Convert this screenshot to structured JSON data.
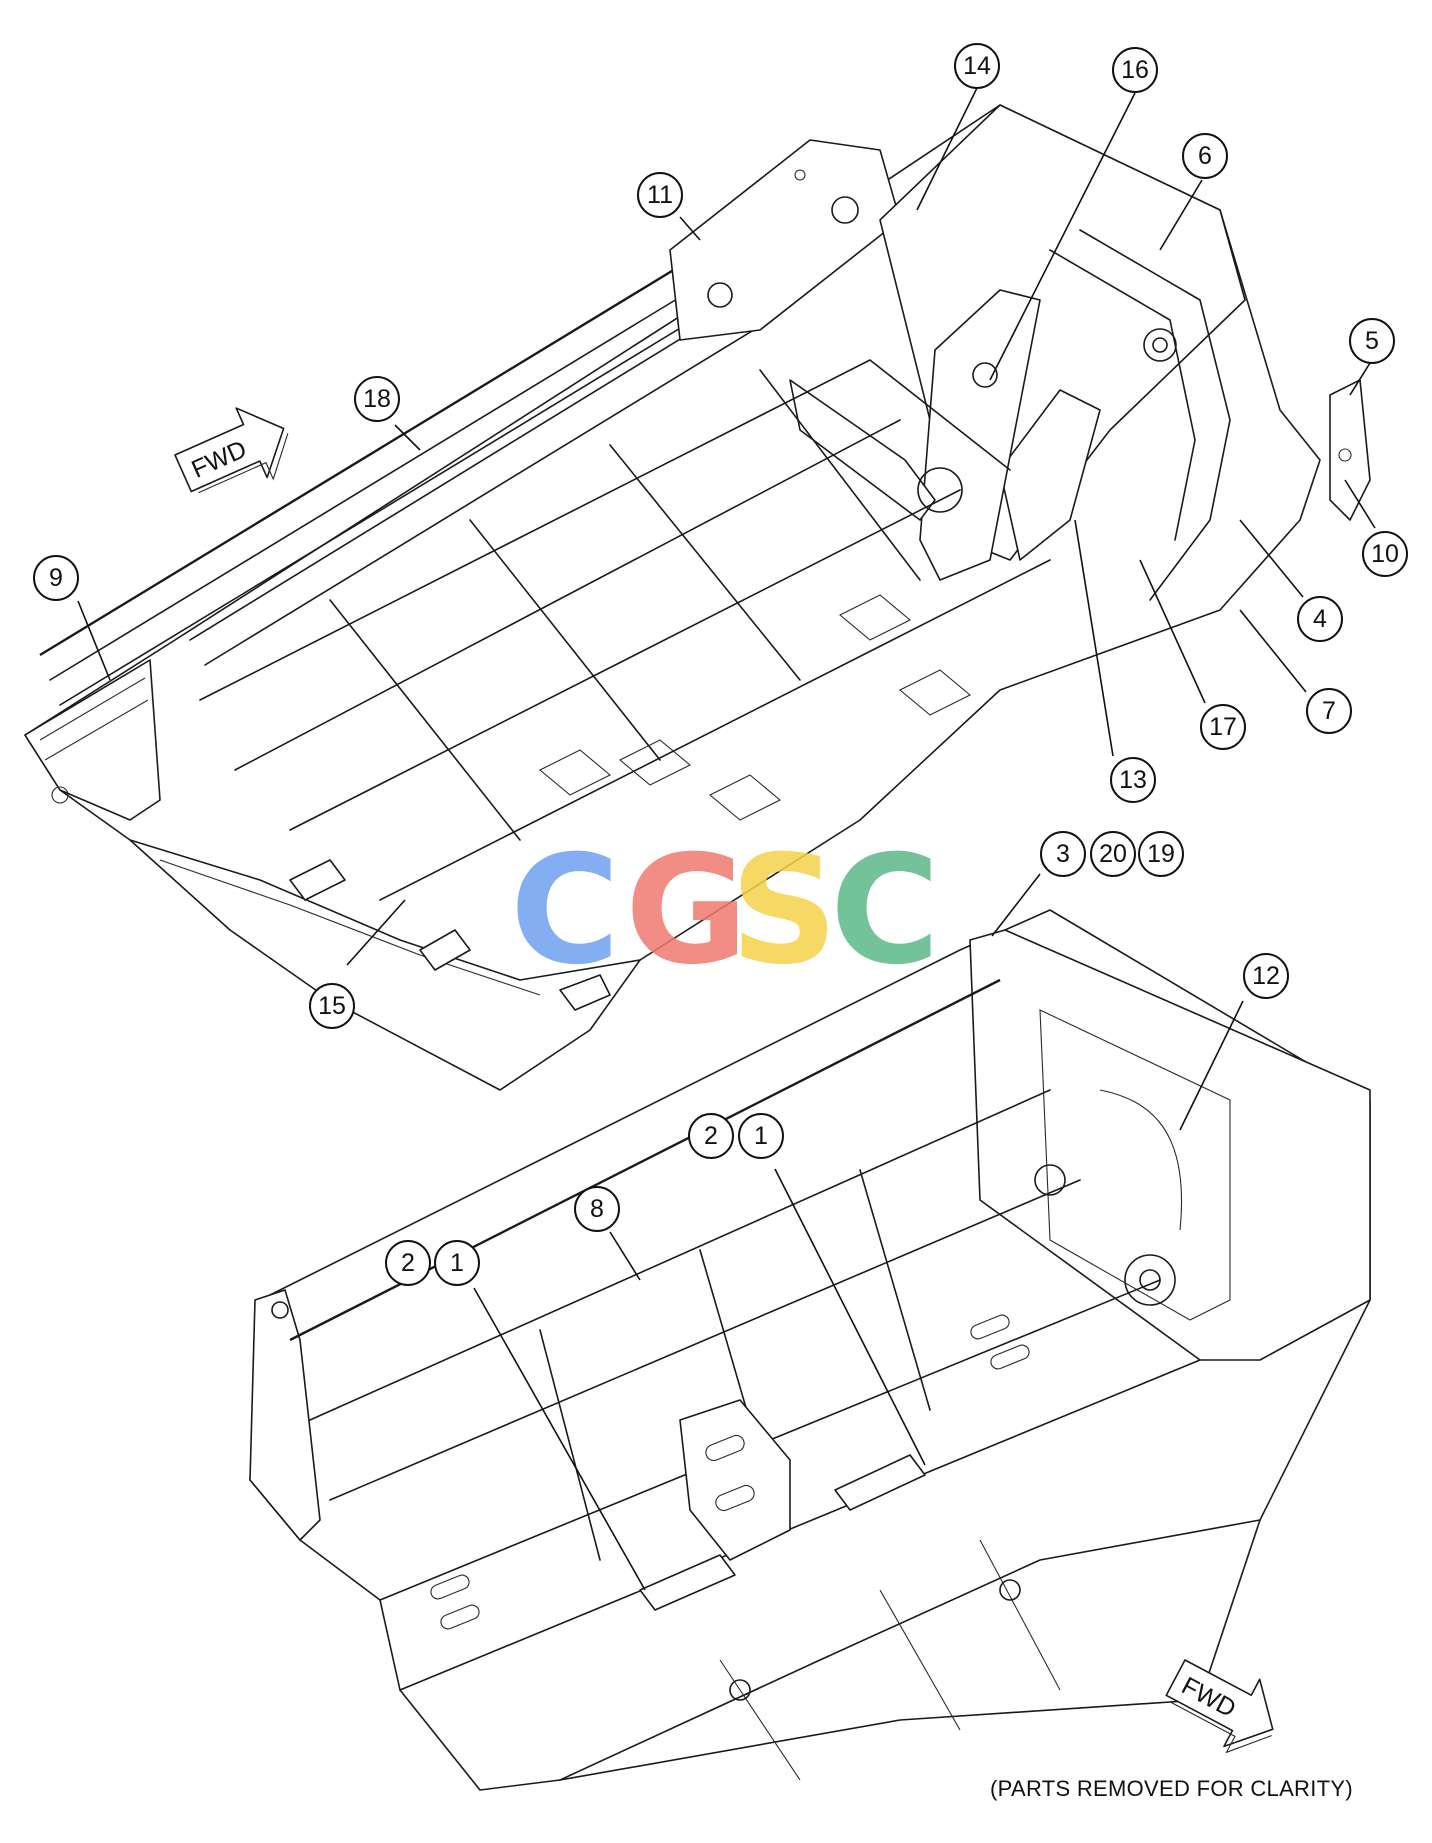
{
  "callouts": [
    {
      "id": "c14",
      "label": "14"
    },
    {
      "id": "c16",
      "label": "16"
    },
    {
      "id": "c6",
      "label": "6"
    },
    {
      "id": "c11",
      "label": "11"
    },
    {
      "id": "c5",
      "label": "5"
    },
    {
      "id": "c18",
      "label": "18"
    },
    {
      "id": "c10",
      "label": "10"
    },
    {
      "id": "c4",
      "label": "4"
    },
    {
      "id": "c9",
      "label": "9"
    },
    {
      "id": "c7",
      "label": "7"
    },
    {
      "id": "c17",
      "label": "17"
    },
    {
      "id": "c13",
      "label": "13"
    },
    {
      "id": "c3",
      "label": "3"
    },
    {
      "id": "c20",
      "label": "20"
    },
    {
      "id": "c19",
      "label": "19"
    },
    {
      "id": "c15",
      "label": "15"
    },
    {
      "id": "c12",
      "label": "12"
    },
    {
      "id": "c2a",
      "label": "2"
    },
    {
      "id": "c1a",
      "label": "1"
    },
    {
      "id": "c8",
      "label": "8"
    },
    {
      "id": "c2b",
      "label": "2"
    },
    {
      "id": "c1b",
      "label": "1"
    }
  ],
  "direction_arrows": [
    {
      "id": "top",
      "label": "FWD"
    },
    {
      "id": "bottom",
      "label": "FWD"
    }
  ],
  "watermark": {
    "text": "CGSC",
    "letters": [
      "C",
      "G",
      "S",
      "C"
    ],
    "colors": [
      "#6ea0f0",
      "#f07a70",
      "#f5d24a",
      "#5cb888"
    ]
  },
  "note": "(PARTS REMOVED FOR CLARITY)"
}
